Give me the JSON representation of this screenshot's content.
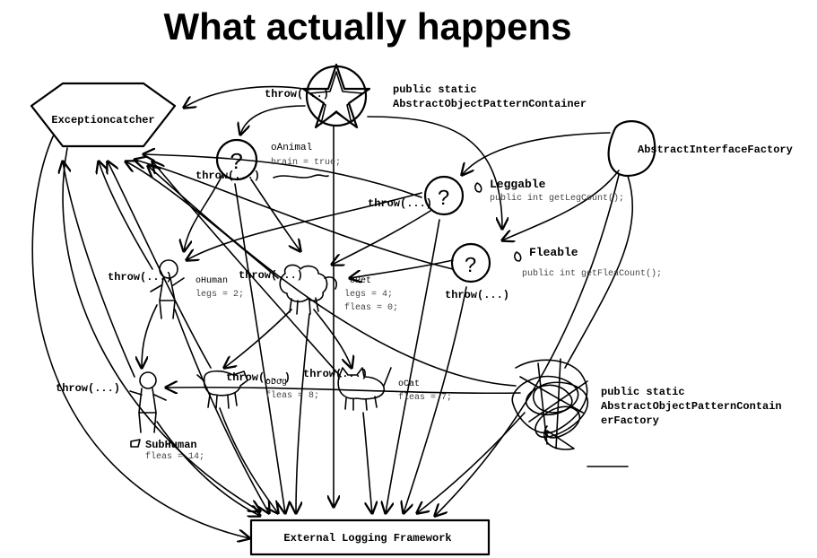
{
  "title": "What actually happens",
  "nodes": {
    "exception_catcher": "Exceptioncatcher",
    "container": {
      "line1": "public static",
      "line2": "AbstractObjectPatternContainer"
    },
    "interface_factory": "AbstractInterfaceFactory",
    "container_factory": {
      "line1": "public static",
      "line2": "AbstractObjectPatternContain",
      "line3": "erFactory"
    },
    "logging": "External Logging Framework",
    "animal": {
      "name": "oAnimal",
      "field1": "brain = true;"
    },
    "leggable": {
      "name": "Leggable",
      "code": "public int getLegCount();"
    },
    "fleable": {
      "name": "Fleable",
      "code": "public int getFleaCount();"
    },
    "human": {
      "name": "oHuman",
      "field1": "legs = 2;"
    },
    "pet": {
      "name": "oPet",
      "field1": "legs = 4;",
      "field2": "fleas = 0;"
    },
    "dog": {
      "name": "oDog",
      "field1": "fleas = 8;"
    },
    "cat": {
      "name": "oCat",
      "field1": "fleas = 7;"
    },
    "subhuman": {
      "name": "SubHuman",
      "field1": "fleas = 14;"
    }
  },
  "throw_label": "throw(...)",
  "question_mark": "?"
}
